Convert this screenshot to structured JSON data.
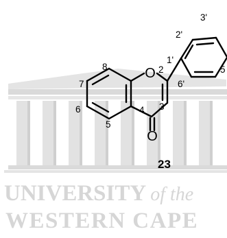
{
  "watermark": {
    "line1_main": "UNIVERSITY",
    "line1_italic": "of the",
    "line2": "WESTERN CAPE",
    "color": "#d6d6d6"
  },
  "molecule": {
    "ring_oxygen": "O",
    "carbonyl_oxygen": "O",
    "locants": {
      "c8": "8",
      "c7": "7",
      "c6": "6",
      "c5": "5",
      "c4": "4",
      "c3": "3",
      "c2": "2",
      "c1p": "1'",
      "c2p": "2'",
      "c3p": "3'",
      "c5p": "5",
      "c6p": "6'"
    },
    "compound_number": "23"
  }
}
